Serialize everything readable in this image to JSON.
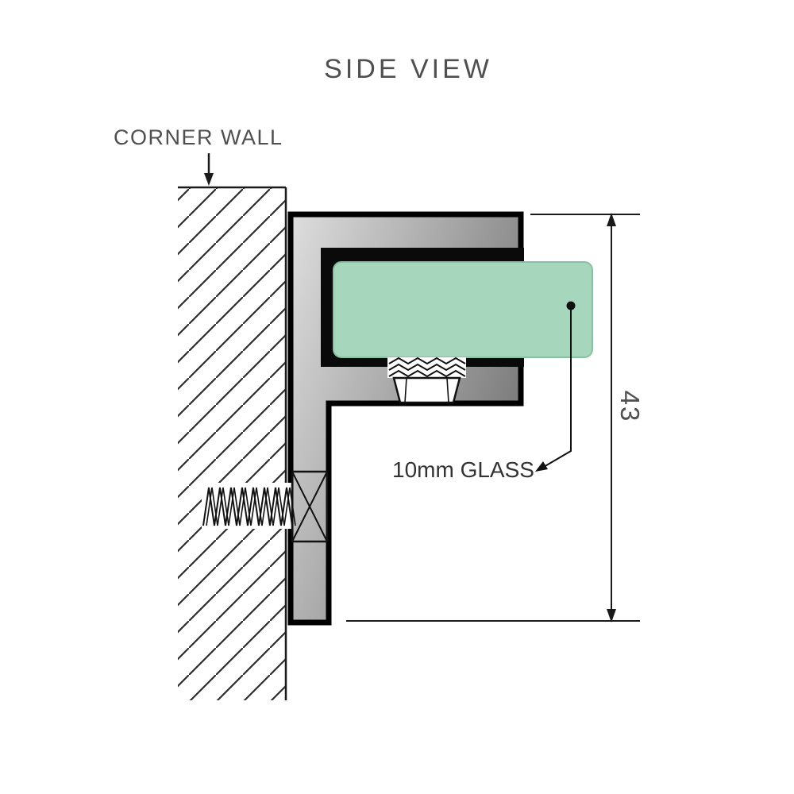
{
  "diagram": {
    "title": "SIDE VIEW",
    "wall_label": "CORNER WALL",
    "glass_label": "10mm GLASS",
    "dimension_value": "43",
    "colors": {
      "background": "#ffffff",
      "glass_fill": "#a6d7bd",
      "glass_stroke": "#8bbfa2",
      "bracket_light": "#dedede",
      "bracket_dark": "#787878",
      "gasket_black": "#0a0a0a",
      "outline": "#000000",
      "line": "#1a1a1a",
      "text_gray": "#4f4f4f",
      "label_dark": "#333333"
    }
  }
}
